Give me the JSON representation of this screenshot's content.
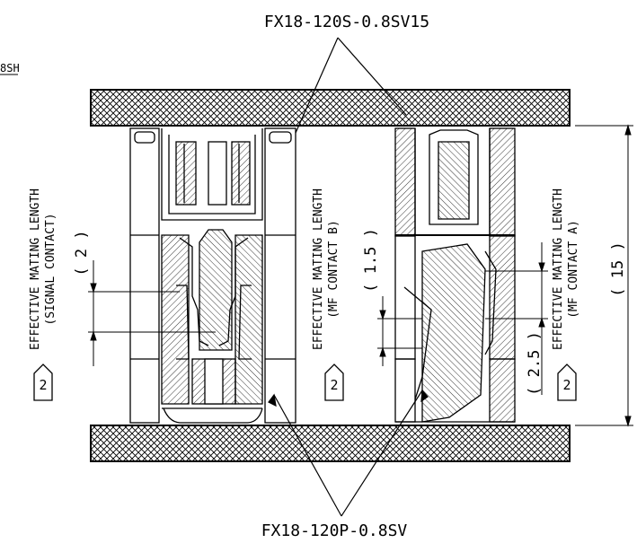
{
  "labels": {
    "top_part": "FX18-120S-0.8SV15",
    "bottom_part": "FX18-120P-0.8SV",
    "corner_code": "8SH",
    "dim_signal": "( 2 )",
    "dim_mf_b": "( 1.5 )",
    "dim_mf_a": "( 2.5 )",
    "dim_total": "( 15 )",
    "signal_line1": "EFFECTIVE MATING LENGTH",
    "signal_line2": "(SIGNAL CONTACT)",
    "mfb_line1": "EFFECTIVE MATING LENGTH",
    "mfb_line2": "(MF CONTACT B)",
    "mfa_line1": "EFFECTIVE MATING LENGTH",
    "mfa_line2": "(MF CONTACT A)",
    "note_number": "2"
  }
}
